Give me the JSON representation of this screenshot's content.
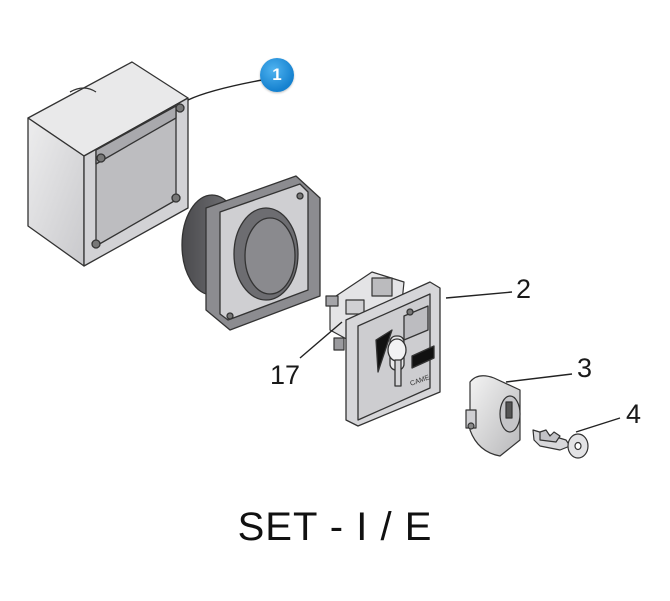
{
  "callouts": {
    "badge_1": "1",
    "part_2": "2",
    "part_3": "3",
    "part_4": "4",
    "part_17": "17"
  },
  "title": "SET - I / E",
  "brand_mark": "CAME",
  "colors": {
    "badge": "#1a86d4",
    "part_fill": "#d9d9db",
    "outline": "#333333"
  }
}
